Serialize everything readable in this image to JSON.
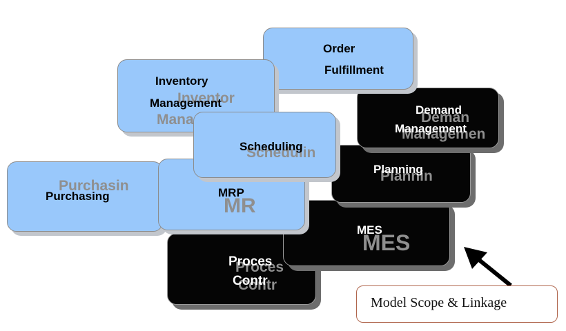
{
  "boxes": {
    "order_fulfillment": {
      "line1": "Order",
      "line2": "Fulfillment"
    },
    "inventory_management": {
      "line1": "Inventory",
      "line2": "Management",
      "ghost1": "Inventor",
      "ghost2": "Managemen"
    },
    "demand_management": {
      "line1": "Demand",
      "line2": "Management",
      "ghost1": "Deman",
      "ghost2": "Managemen"
    },
    "scheduling": {
      "label": "Scheduling",
      "ghost": "Schedulin"
    },
    "planning": {
      "label": "Planning",
      "ghost": "Plannin"
    },
    "purchasing": {
      "label": "Purchasing",
      "ghost": "Purchasin"
    },
    "mrp": {
      "label": "MRP",
      "ghost": "MR"
    },
    "mes": {
      "label": "MES",
      "ghost": "MES"
    },
    "process_control": {
      "line1": "Proces",
      "line2": "Contr",
      "ghost1": "Proces",
      "ghost2": "Contr"
    }
  },
  "callout": {
    "text": "Model Scope & Linkage"
  },
  "colors": {
    "blue_fill": "#99c8fb",
    "black_fill": "#050505",
    "ghost_text": "#8f8f8f",
    "callout_border": "#b0664d"
  }
}
